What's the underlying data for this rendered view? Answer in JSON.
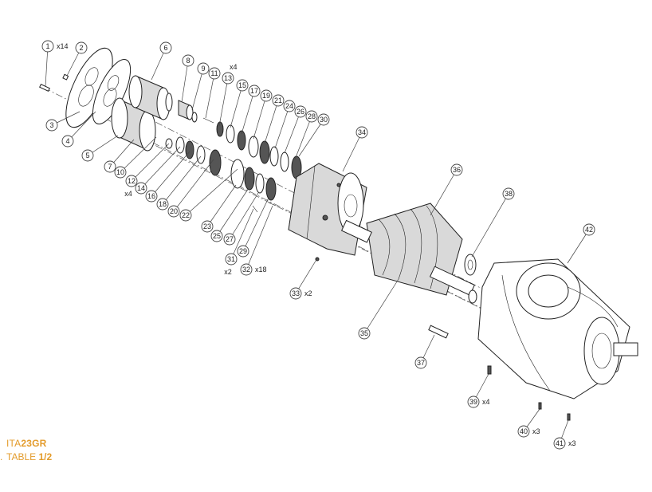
{
  "model": {
    "prefix": "ITA",
    "suffix": "23GR"
  },
  "table": {
    "prefix": "TABLE ",
    "page": "1/2"
  },
  "callouts": [
    {
      "n": "1",
      "qty": "x14"
    },
    {
      "n": "2",
      "qty": ""
    },
    {
      "n": "3",
      "qty": ""
    },
    {
      "n": "4",
      "qty": ""
    },
    {
      "n": "5",
      "qty": ""
    },
    {
      "n": "6",
      "qty": ""
    },
    {
      "n": "7",
      "qty": ""
    },
    {
      "n": "8",
      "qty": ""
    },
    {
      "n": "9",
      "qty": ""
    },
    {
      "n": "10",
      "qty": ""
    },
    {
      "n": "11",
      "qty": ""
    },
    {
      "n": "12",
      "qty": "x4"
    },
    {
      "n": "13",
      "qty": "x4"
    },
    {
      "n": "14",
      "qty": ""
    },
    {
      "n": "15",
      "qty": ""
    },
    {
      "n": "16",
      "qty": ""
    },
    {
      "n": "17",
      "qty": ""
    },
    {
      "n": "18",
      "qty": ""
    },
    {
      "n": "19",
      "qty": ""
    },
    {
      "n": "20",
      "qty": ""
    },
    {
      "n": "21",
      "qty": ""
    },
    {
      "n": "22",
      "qty": ""
    },
    {
      "n": "23",
      "qty": ""
    },
    {
      "n": "24",
      "qty": ""
    },
    {
      "n": "25",
      "qty": ""
    },
    {
      "n": "26",
      "qty": ""
    },
    {
      "n": "27",
      "qty": ""
    },
    {
      "n": "28",
      "qty": ""
    },
    {
      "n": "29",
      "qty": ""
    },
    {
      "n": "30",
      "qty": ""
    },
    {
      "n": "31",
      "qty": "x2"
    },
    {
      "n": "32",
      "qty": "x18"
    },
    {
      "n": "33",
      "qty": "x2"
    },
    {
      "n": "34",
      "qty": ""
    },
    {
      "n": "35",
      "qty": ""
    },
    {
      "n": "36",
      "qty": ""
    },
    {
      "n": "37",
      "qty": ""
    },
    {
      "n": "38",
      "qty": ""
    },
    {
      "n": "39",
      "qty": "x4"
    },
    {
      "n": "40",
      "qty": "x3"
    },
    {
      "n": "41",
      "qty": "x3"
    },
    {
      "n": "42",
      "qty": ""
    }
  ],
  "colors": {
    "accent": "#e39b2b",
    "line": "#222222"
  }
}
